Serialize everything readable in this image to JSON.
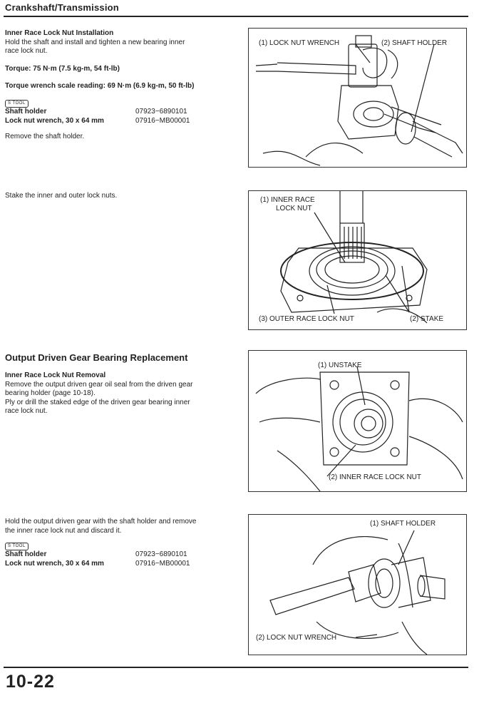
{
  "header": {
    "title": "Crankshaft/Transmission"
  },
  "block1": {
    "heading": "Inner Race Lock Nut Installation",
    "line1": "Hold the shaft and install and tighten a new bearing inner",
    "line2": "race lock nut.",
    "torque": "Torque: 75 N·m (7.5 kg-m, 54 ft-lb)",
    "wrench_reading": "Torque wrench scale reading: 69 N·m (6.9 kg-m, 50 ft-lb)",
    "tool_badge": "S TOOL",
    "tools": [
      {
        "name": "Shaft holder",
        "number": "07923−6890101"
      },
      {
        "name": "Lock nut wrench, 30 x 64 mm",
        "number": "07916−MB00001"
      }
    ],
    "note": "Remove the shaft holder."
  },
  "block2": {
    "text": "Stake the inner and outer lock nuts."
  },
  "block3": {
    "section_title": "Output Driven Gear Bearing Replacement",
    "heading": "Inner Race Lock Nut Removal",
    "line1": "Remove the output driven gear oil seal from the driven gear",
    "line2": "bearing holder (page 10-18).",
    "line3": "Ply or drill the staked edge of the driven gear bearing inner",
    "line4": "race lock nut."
  },
  "block4": {
    "line1": "Hold the output driven gear with the shaft holder and remove",
    "line2": "the inner race lock nut and discard it.",
    "tool_badge": "S TOOL",
    "tools": [
      {
        "name": "Shaft holder",
        "number": "07923−6890101"
      },
      {
        "name": "Lock nut wrench, 30 x 64 mm",
        "number": "07916−MB00001"
      }
    ]
  },
  "figures": {
    "fig1": {
      "label1": "(1) LOCK NUT WRENCH",
      "label2": "(2) SHAFT HOLDER"
    },
    "fig2": {
      "label1a": "(1) INNER RACE",
      "label1b": "LOCK NUT",
      "label2": "(2) STAKE",
      "label3": "(3) OUTER RACE LOCK NUT"
    },
    "fig3": {
      "label1": "(1) UNSTAKE",
      "label2": "(2) INNER RACE LOCK NUT"
    },
    "fig4": {
      "label1": "(1) SHAFT HOLDER",
      "label2": "(2) LOCK NUT WRENCH"
    }
  },
  "footer": {
    "page_number": "10-22"
  }
}
